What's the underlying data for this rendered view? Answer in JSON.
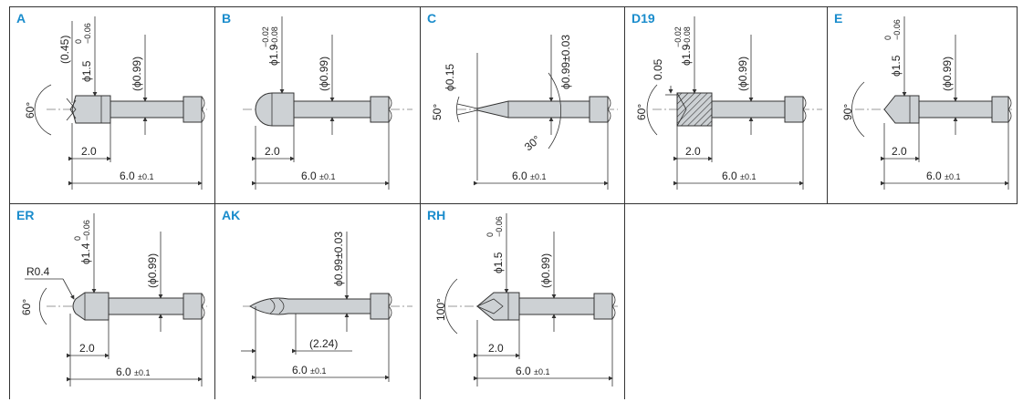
{
  "cells": [
    {
      "id": "A",
      "title": "A",
      "dia_tip": "ϕ1.5",
      "tol_upper": "0",
      "tol_lower": "−0.06",
      "dia_shaft": "(ϕ0.99)",
      "extra": "(0.45)",
      "angle": "60°",
      "len_short": "2.0",
      "len_total": "6.0",
      "len_tol": "±0.1"
    },
    {
      "id": "B",
      "title": "B",
      "dia_tip": "ϕ1.9",
      "tol_upper": "−0.02",
      "tol_lower": "−0.08",
      "dia_shaft": "(ϕ0.99)",
      "len_short": "2.0",
      "len_total": "6.0",
      "len_tol": "±0.1"
    },
    {
      "id": "C",
      "title": "C",
      "dia_tip": "ϕ0.15",
      "dia_shaft": "ϕ0.99±0.03",
      "angle": "50°",
      "angle2": "30°",
      "len_total": "6.0",
      "len_tol": "±0.1"
    },
    {
      "id": "D19",
      "title": "D19",
      "dia_tip": "ϕ1.9",
      "tol_upper": "−0.02",
      "tol_lower": "−0.08",
      "dia_shaft": "(ϕ0.99)",
      "extra": "0.05",
      "angle": "60°",
      "len_short": "2.0",
      "len_total": "6.0",
      "len_tol": "±0.1"
    },
    {
      "id": "E",
      "title": "E",
      "dia_tip": "ϕ1.5",
      "tol_upper": "0",
      "tol_lower": "−0.06",
      "dia_shaft": "(ϕ0.99)",
      "angle": "90°",
      "len_short": "2.0",
      "len_total": "6.0",
      "len_tol": "±0.1"
    },
    {
      "id": "ER",
      "title": "ER",
      "dia_tip": "ϕ1.4",
      "tol_upper": "0",
      "tol_lower": "−0.06",
      "dia_shaft": "(ϕ0.99)",
      "radius": "R0.4",
      "angle": "60°",
      "len_short": "2.0",
      "len_total": "6.0",
      "len_tol": "±0.1"
    },
    {
      "id": "AK",
      "title": "AK",
      "dia_shaft": "ϕ0.99±0.03",
      "len_mid": "(2.24)",
      "len_total": "6.0",
      "len_tol": "±0.1"
    },
    {
      "id": "RH",
      "title": "RH",
      "dia_tip": "ϕ1.5",
      "tol_upper": "0",
      "tol_lower": "−0.06",
      "dia_shaft": "(ϕ0.99)",
      "angle": "100°",
      "len_short": "2.0",
      "len_total": "6.0",
      "len_tol": "±0.1"
    }
  ]
}
